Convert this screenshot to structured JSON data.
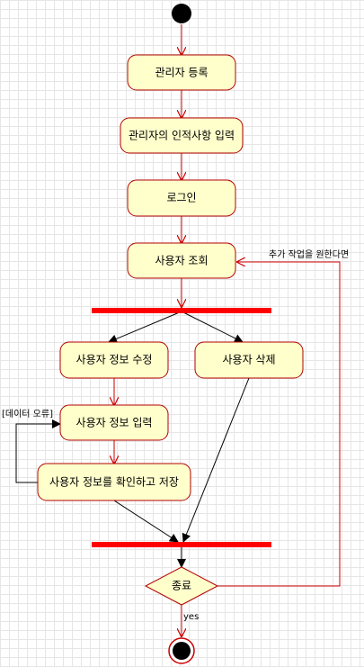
{
  "activities": {
    "register_admin": "관리자 등록",
    "input_admin_info": "관리자의 인적사항 입력",
    "login": "로그인",
    "query_user": "사용자 조회",
    "edit_user": "사용자 정보 수정",
    "delete_user": "사용자 삭제",
    "input_user_info": "사용자 정보 입력",
    "confirm_save": "사용자 정보를 확인하고 저장"
  },
  "decision": {
    "label": "종료"
  },
  "guards": {
    "data_error": "[데이터 오류]",
    "more_work": "추가 작업을 원한다면",
    "yes": "yes"
  },
  "colors": {
    "node_fill": "#ffffcc",
    "node_stroke": "#b20000",
    "arrow_red": "#cc0000",
    "arrow_black": "#000000",
    "bar": "#ff0000"
  }
}
